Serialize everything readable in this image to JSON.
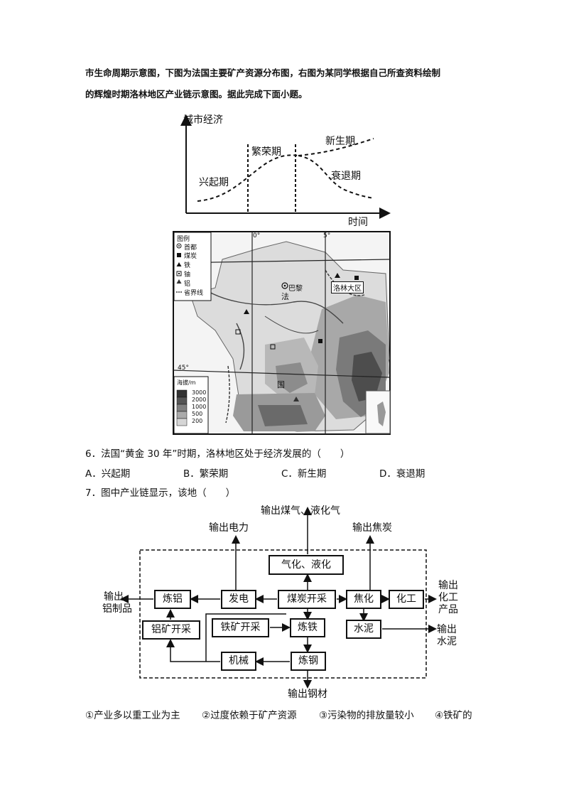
{
  "intro": {
    "line1": "市生命周期示意图，下图为法国主要矿产资源分布图，右图为某同学根据自己所查资料绘制",
    "line2": "的辉煌时期洛林地区产业链示意图。据此完成下面小题。"
  },
  "lifecycle": {
    "y_label": "城市经济",
    "x_label": "时间",
    "stages": [
      "兴起期",
      "繁荣期",
      "新生期",
      "衰退期"
    ]
  },
  "map": {
    "legend_title": "图例",
    "legend_items": [
      "首都",
      "煤炭",
      "铁",
      "铀",
      "铝",
      "省界线"
    ],
    "labels": {
      "capital": "巴黎",
      "region": "洛林大区",
      "country_1": "法",
      "country_2": "国",
      "lon_0": "0°",
      "lon_5": "5°",
      "lat_45": "45°"
    },
    "elevation_title": "海拔/m",
    "elevation_levels": [
      "3000",
      "2000",
      "1000",
      "500",
      "200"
    ]
  },
  "q6": {
    "stem": "6．法国“黄金 30 年”时期，洛林地区处于经济发展的（　　）",
    "options": [
      "A．兴起期",
      "B．繁荣期",
      "C．新生期",
      "D．衰退期"
    ]
  },
  "q7": {
    "stem": "7．图中产业链显示，该地（　　）"
  },
  "flow": {
    "out_gas": "输出煤气、液化气",
    "out_power": "输出电力",
    "out_coke": "输出焦炭",
    "gasify": "气化、液化",
    "out_al_1": "输出",
    "out_al_2": "铝制品",
    "smelt_al": "炼铝",
    "power": "发电",
    "coal": "煤炭开采",
    "coking": "焦化",
    "chem": "化工",
    "out_chem_1": "输出",
    "out_chem_2": "化工",
    "out_chem_3": "产品",
    "bauxite": "铝矿开采",
    "ironmine": "铁矿开采",
    "iron": "炼铁",
    "cement": "水泥",
    "out_cement_1": "输出",
    "out_cement_2": "水泥",
    "machinery": "机械",
    "steel": "炼钢",
    "out_steel": "输出钢材"
  },
  "statements": [
    "①产业多以重工业为主",
    "②过度依赖于矿产资源",
    "③污染物的排放量较小",
    "④铁矿的"
  ]
}
